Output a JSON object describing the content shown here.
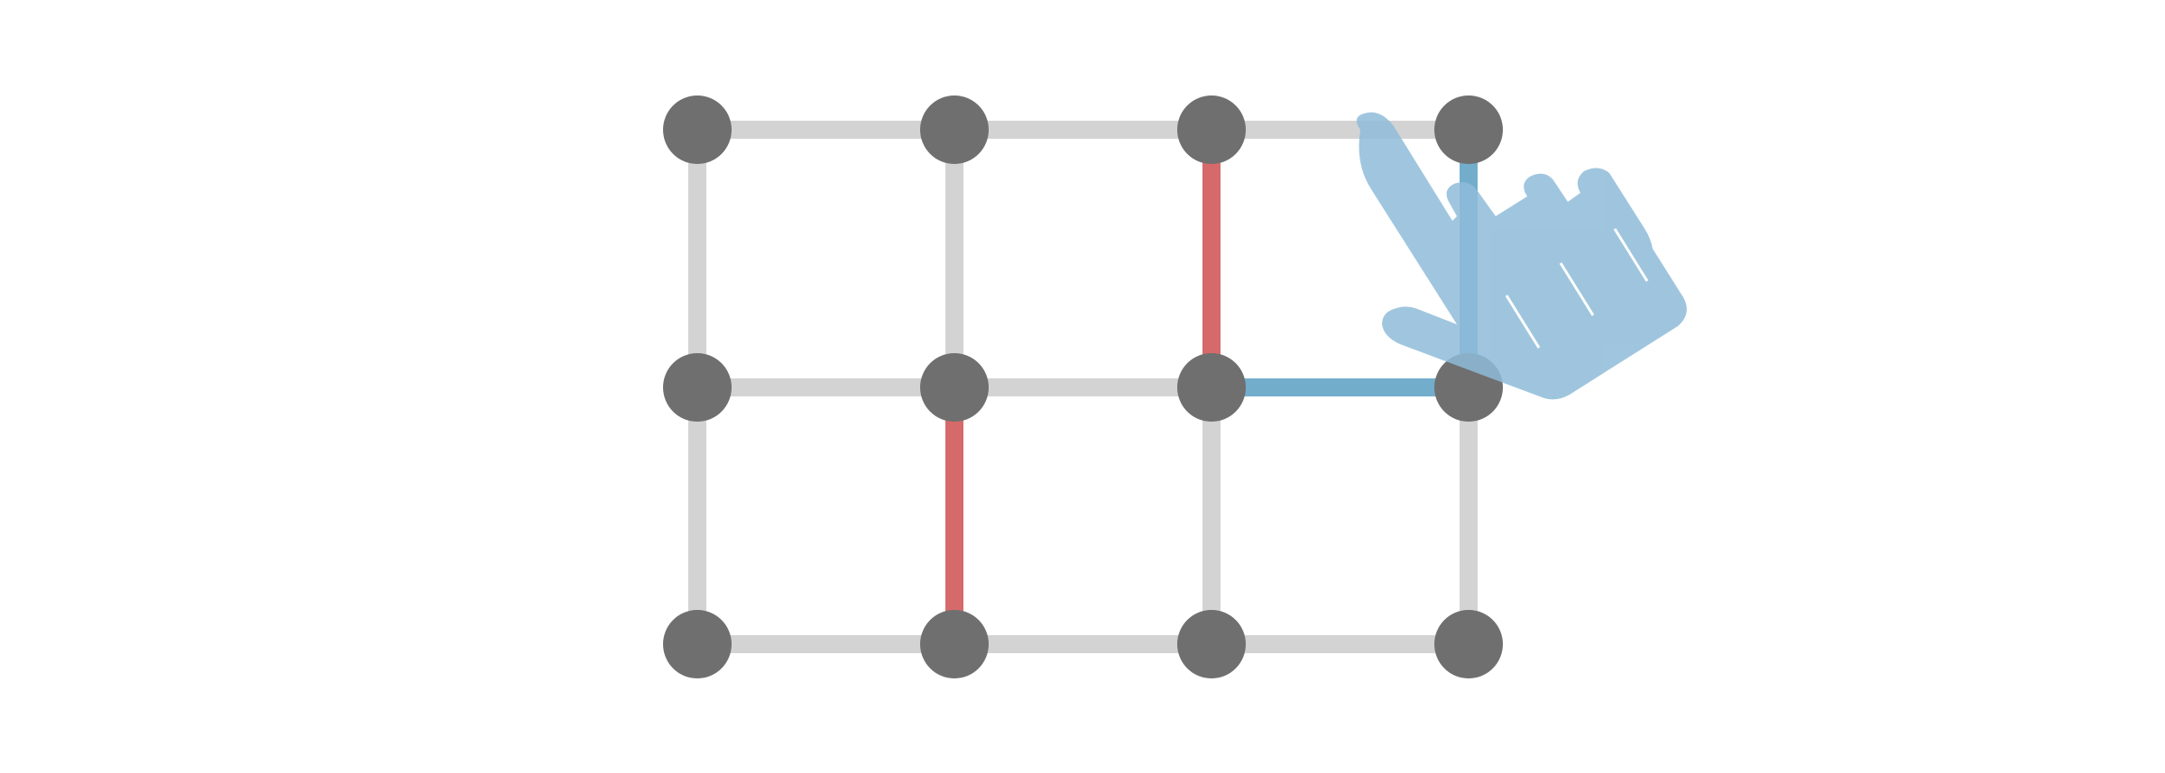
{
  "game": {
    "grid": {
      "rows": 3,
      "cols": 4
    },
    "colors": {
      "background": "#ffffff",
      "edge_default": "#d3d3d3",
      "edge_red": "#d66a6a",
      "edge_blue": "#73adcc",
      "node": "#6f6f6f",
      "hand": "#8fbcd9"
    },
    "edges": [
      {
        "from": [
          0,
          0
        ],
        "to": [
          0,
          1
        ],
        "state": "default"
      },
      {
        "from": [
          0,
          1
        ],
        "to": [
          0,
          2
        ],
        "state": "default"
      },
      {
        "from": [
          0,
          2
        ],
        "to": [
          0,
          3
        ],
        "state": "default"
      },
      {
        "from": [
          1,
          0
        ],
        "to": [
          1,
          1
        ],
        "state": "default"
      },
      {
        "from": [
          1,
          1
        ],
        "to": [
          1,
          2
        ],
        "state": "default"
      },
      {
        "from": [
          1,
          2
        ],
        "to": [
          1,
          3
        ],
        "state": "blue"
      },
      {
        "from": [
          2,
          0
        ],
        "to": [
          2,
          1
        ],
        "state": "default"
      },
      {
        "from": [
          2,
          1
        ],
        "to": [
          2,
          2
        ],
        "state": "default"
      },
      {
        "from": [
          2,
          2
        ],
        "to": [
          2,
          3
        ],
        "state": "default"
      },
      {
        "from": [
          0,
          0
        ],
        "to": [
          1,
          0
        ],
        "state": "default"
      },
      {
        "from": [
          1,
          0
        ],
        "to": [
          2,
          0
        ],
        "state": "default"
      },
      {
        "from": [
          0,
          1
        ],
        "to": [
          1,
          1
        ],
        "state": "default"
      },
      {
        "from": [
          1,
          1
        ],
        "to": [
          2,
          1
        ],
        "state": "red"
      },
      {
        "from": [
          0,
          2
        ],
        "to": [
          1,
          2
        ],
        "state": "red"
      },
      {
        "from": [
          1,
          2
        ],
        "to": [
          2,
          2
        ],
        "state": "default"
      },
      {
        "from": [
          0,
          3
        ],
        "to": [
          1,
          3
        ],
        "state": "blue"
      },
      {
        "from": [
          1,
          3
        ],
        "to": [
          2,
          3
        ],
        "state": "default"
      }
    ],
    "cursor": {
      "icon": "pointing-hand-icon",
      "target_node": [
        1,
        3
      ]
    }
  }
}
